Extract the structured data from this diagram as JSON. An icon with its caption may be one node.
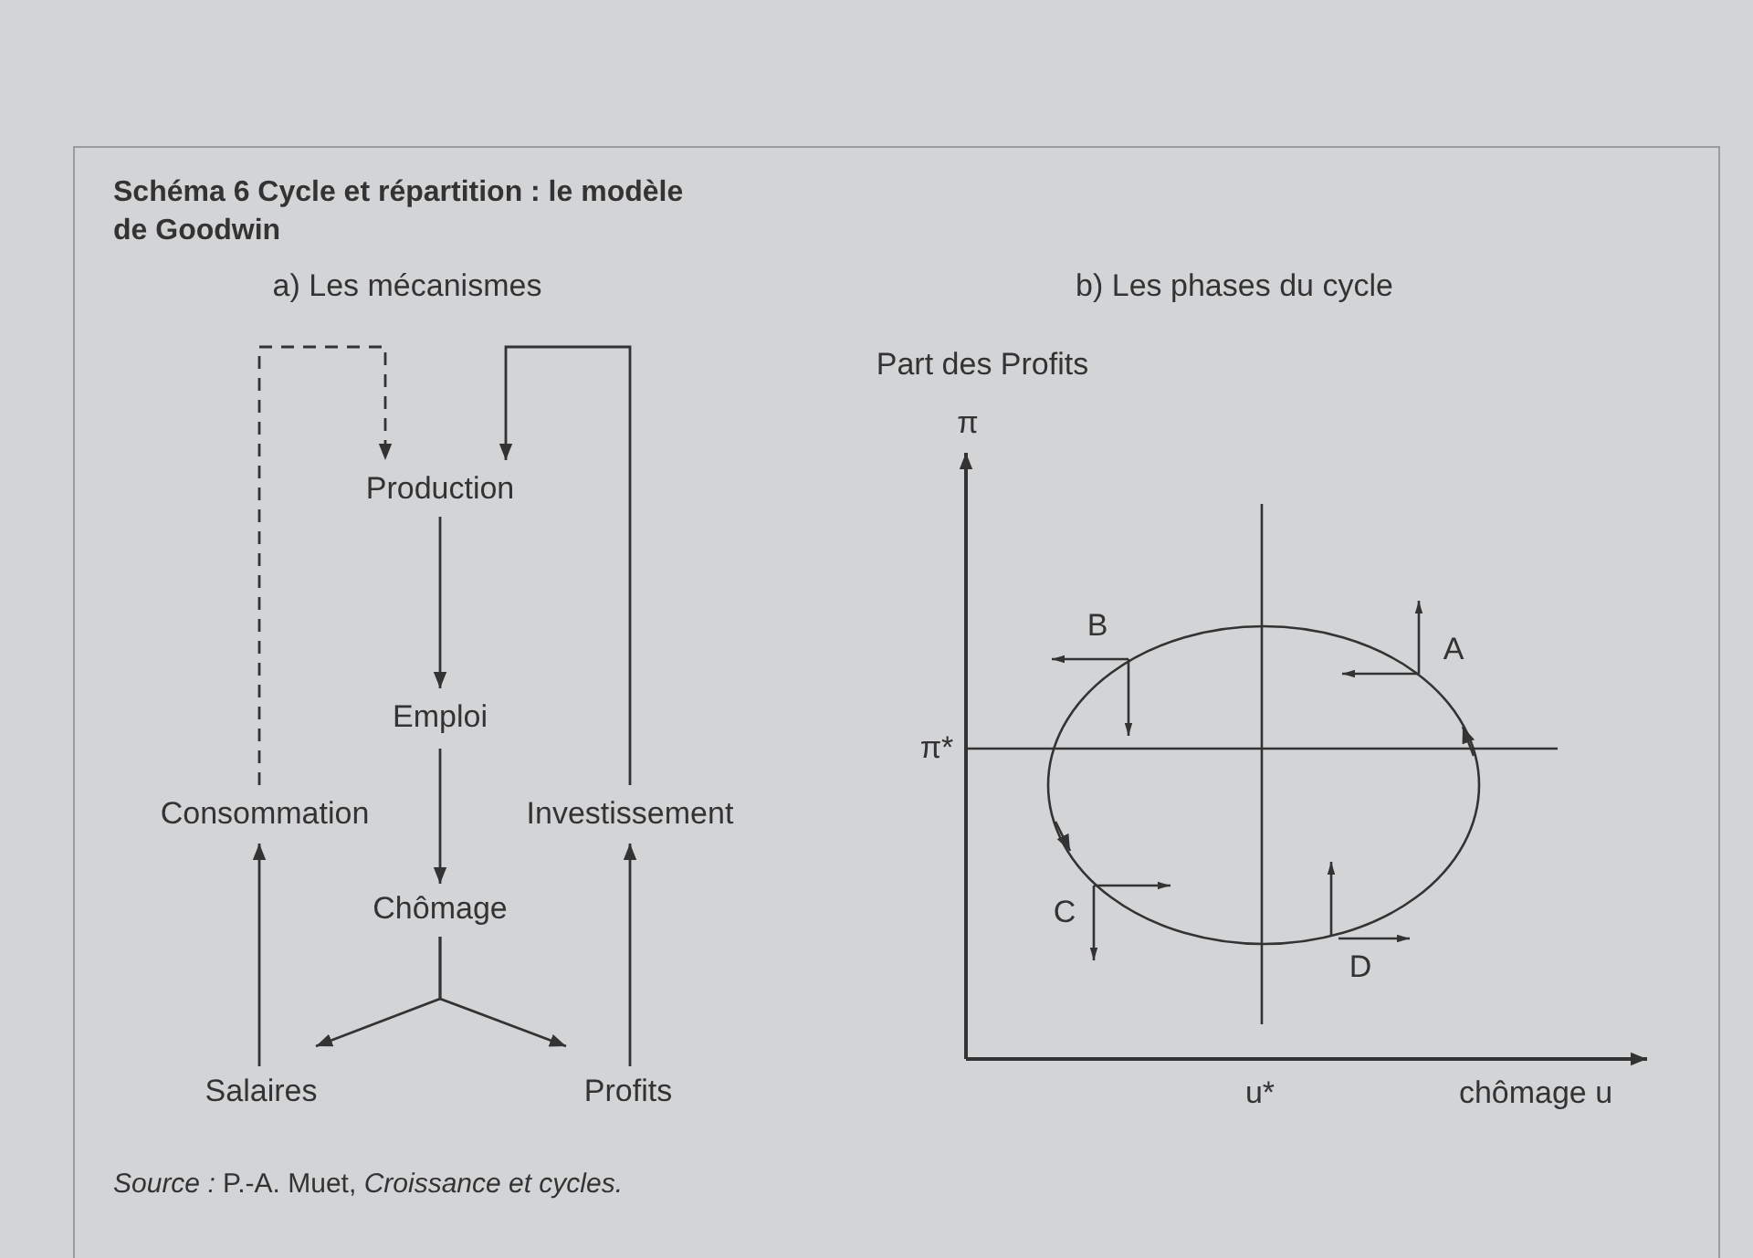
{
  "diagram": {
    "title": "Schéma 6 Cycle et répartition : le modèle de Goodwin",
    "caption": "*Source :* P.-A. Muet, *Croissance et cycles.*",
    "nodes": [
      {
        "text": [
          "Production"
        ]
      },
      {
        "text": [
          "Emploi"
        ]
      },
      {
        "text": [
          "Consommation"
        ]
      },
      {
        "text": [
          "Investissement"
        ]
      },
      {
        "text": [
          "Chômage"
        ]
      },
      {
        "text": [
          "Salaires"
        ]
      },
      {
        "text": [
          "Profits"
        ]
      }
    ],
    "edges": [
      {
        "from": 0,
        "to": 1,
        "arrow": "to"
      },
      {
        "from": 1,
        "to": 4,
        "arrow": "to"
      },
      {
        "from": 4,
        "to": 5,
        "arrow": "to"
      },
      {
        "from": 4,
        "to": 6,
        "arrow": "to"
      },
      {
        "from": 5,
        "to": 2,
        "arrow": "to"
      },
      {
        "from": 6,
        "to": 3,
        "arrow": "to"
      },
      {
        "from": 2,
        "to": 0,
        "arrow": "to",
        "style": "dashed"
      },
      {
        "from": 3,
        "to": 0,
        "arrow": "to"
      }
    ],
    "labels": [
      "a) Les mécanismes",
      "b) Les phases du cycle",
      "Part des Profits",
      "π",
      "B",
      "A",
      "π*",
      "C",
      "D",
      "u*",
      "chômage u"
    ]
  }
}
